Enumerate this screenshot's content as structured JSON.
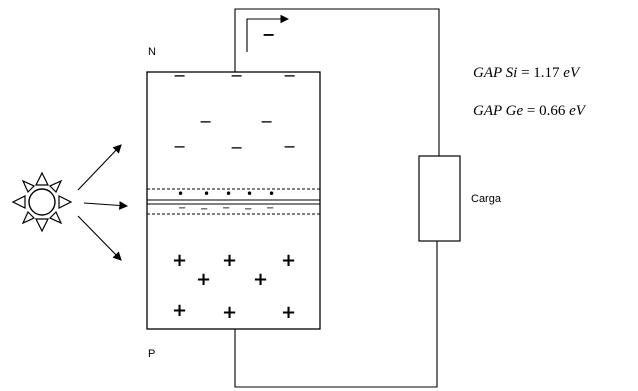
{
  "labels": {
    "n_region": "N",
    "p_region": "P",
    "load": "Carga"
  },
  "equations": {
    "gap_si": {
      "lhs": "GAP Si",
      "eq": " = ",
      "value": "1.17",
      "unit": "eV"
    },
    "gap_ge": {
      "lhs": "GAP Ge",
      "eq": " = ",
      "value": "0.66",
      "unit": "eV"
    }
  },
  "symbols": {
    "electron": "−",
    "hole": "+",
    "junction_charge": "•"
  }
}
